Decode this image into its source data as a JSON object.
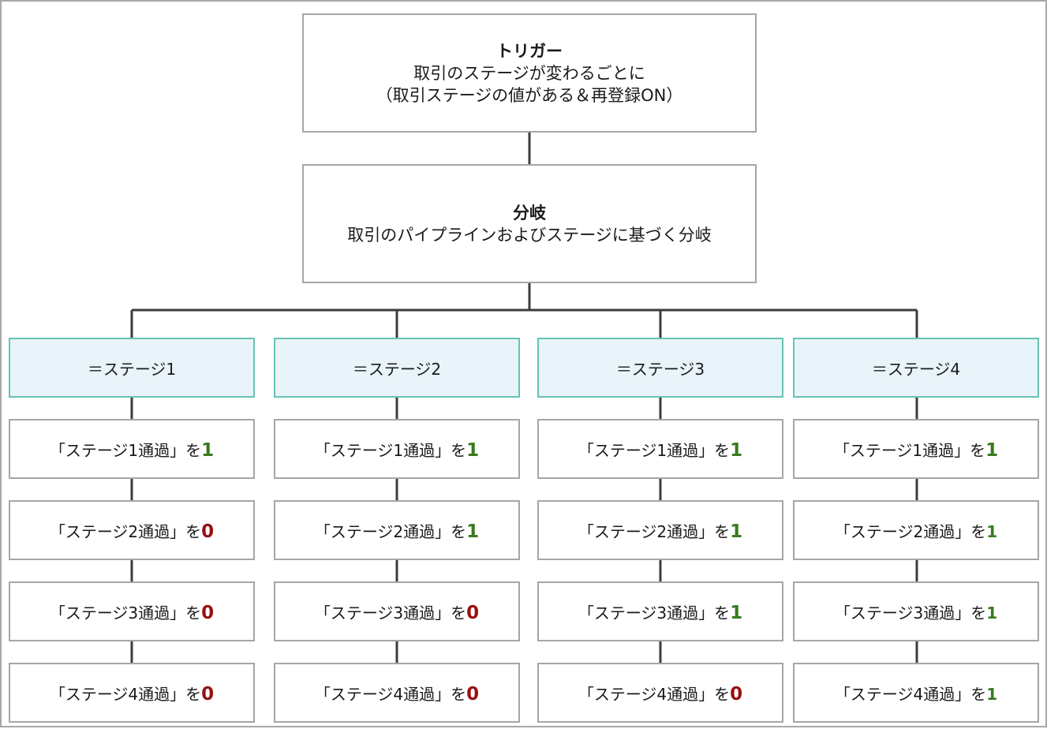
{
  "trigger": {
    "title": "トリガー",
    "line1": "取引のステージが変わるごとに",
    "line2": "（取引ステージの値がある＆再登録ON）"
  },
  "branch": {
    "title": "分岐",
    "line1": "取引のパイプラインおよびステージに基づく分岐"
  },
  "columns": [
    {
      "header": "＝ステージ1",
      "rows": [
        {
          "label": "「ステージ1通過」を",
          "value": "1"
        },
        {
          "label": "「ステージ2通過」を",
          "value": "0"
        },
        {
          "label": "「ステージ3通過」を",
          "value": "0"
        },
        {
          "label": "「ステージ4通過」を",
          "value": "0"
        }
      ]
    },
    {
      "header": "＝ステージ2",
      "rows": [
        {
          "label": "「ステージ1通過」を",
          "value": "1"
        },
        {
          "label": "「ステージ2通過」を",
          "value": "1"
        },
        {
          "label": "「ステージ3通過」を",
          "value": "0"
        },
        {
          "label": "「ステージ4通過」を",
          "value": "0"
        }
      ]
    },
    {
      "header": "＝ステージ3",
      "rows": [
        {
          "label": "「ステージ1通過」を",
          "value": "1"
        },
        {
          "label": "「ステージ2通過」を",
          "value": "1"
        },
        {
          "label": "「ステージ3通過」を",
          "value": "1"
        },
        {
          "label": "「ステージ4通過」を",
          "value": "0"
        }
      ]
    },
    {
      "header": "＝ステージ4",
      "rows": [
        {
          "label": "「ステージ1通過」を",
          "value": "1"
        },
        {
          "label": "「ステージ2通過」を",
          "value": "1"
        },
        {
          "label": "「ステージ3通過」を",
          "value": "1"
        },
        {
          "label": "「ステージ4通過」を",
          "value": "1"
        }
      ]
    }
  ],
  "colors": {
    "value_one": "#3a7a1e",
    "value_zero": "#9a0f10",
    "header_fill": "#e8f4f9",
    "header_border": "#66c2b4",
    "connector": "#3c3c3c"
  }
}
